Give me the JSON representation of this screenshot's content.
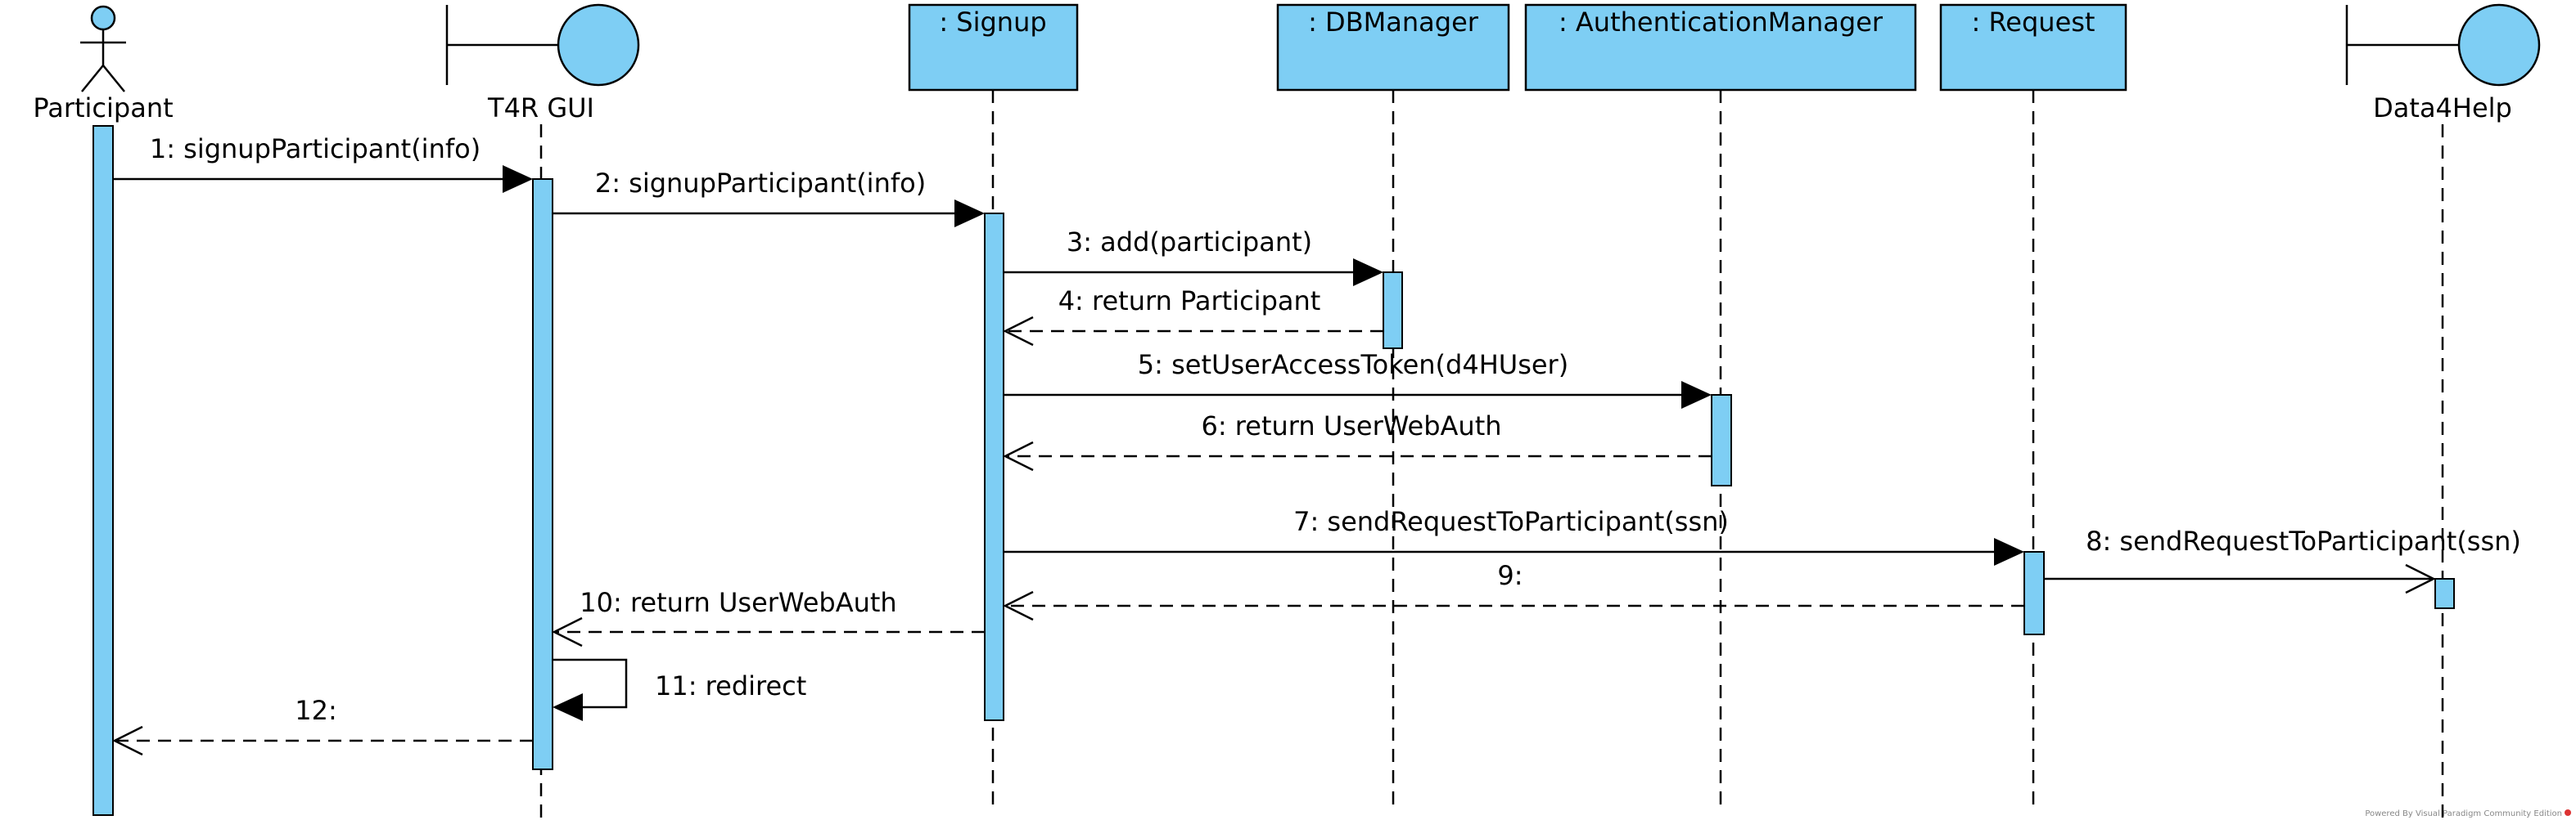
{
  "participants": [
    {
      "id": "participant",
      "type": "actor",
      "label": "Participant"
    },
    {
      "id": "t4r-gui",
      "type": "boundary",
      "label": "T4R GUI"
    },
    {
      "id": "signup",
      "type": "object",
      "label": ": Signup"
    },
    {
      "id": "dbmanager",
      "type": "object",
      "label": ": DBManager"
    },
    {
      "id": "authentication-manager",
      "type": "object",
      "label": ": AuthenticationManager"
    },
    {
      "id": "request",
      "type": "object",
      "label": ": Request"
    },
    {
      "id": "data4help",
      "type": "boundary",
      "label": "Data4Help"
    }
  ],
  "messages": [
    {
      "label": "1: signupParticipant(info)",
      "kind": "sync",
      "from": "participant",
      "to": "t4r-gui"
    },
    {
      "label": "2: signupParticipant(info)",
      "kind": "sync",
      "from": "t4r-gui",
      "to": "signup"
    },
    {
      "label": "3: add(participant)",
      "kind": "sync",
      "from": "signup",
      "to": "dbmanager"
    },
    {
      "label": "4: return Participant",
      "kind": "return",
      "from": "dbmanager",
      "to": "signup"
    },
    {
      "label": "5: setUserAccessToken(d4HUser)",
      "kind": "sync",
      "from": "signup",
      "to": "authentication-manager"
    },
    {
      "label": "6: return UserWebAuth",
      "kind": "return",
      "from": "authentication-manager",
      "to": "signup"
    },
    {
      "label": "7: sendRequestToParticipant(ssn)",
      "kind": "sync",
      "from": "signup",
      "to": "request"
    },
    {
      "label": "8: sendRequestToParticipant(ssn)",
      "kind": "async",
      "from": "request",
      "to": "data4help"
    },
    {
      "label": "9:",
      "kind": "return",
      "from": "request",
      "to": "signup"
    },
    {
      "label": "10: return UserWebAuth",
      "kind": "return",
      "from": "signup",
      "to": "t4r-gui"
    },
    {
      "label": "11: redirect",
      "kind": "self",
      "from": "t4r-gui",
      "to": "t4r-gui"
    },
    {
      "label": "12:",
      "kind": "return",
      "from": "t4r-gui",
      "to": "participant"
    }
  ],
  "colors": {
    "fill": "#7ecef4",
    "line": "#000000"
  },
  "watermark": "Powered By Visual Paradigm Community Edition"
}
